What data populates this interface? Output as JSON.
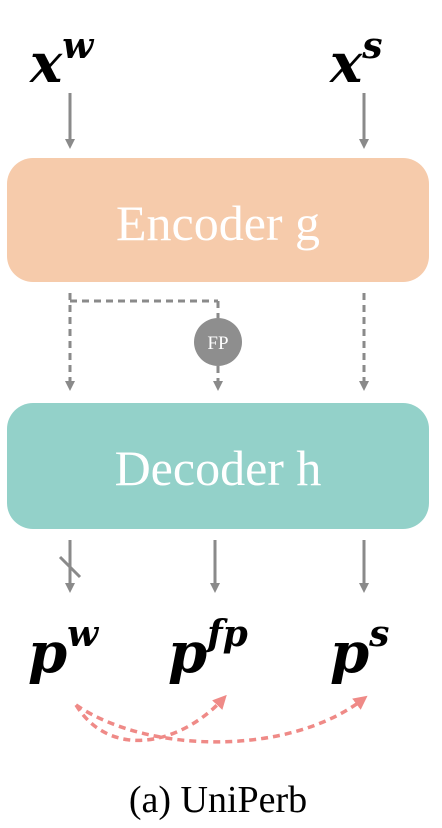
{
  "inputs": {
    "weak": {
      "base": "x",
      "sup": "w"
    },
    "strong": {
      "base": "x",
      "sup": "s"
    }
  },
  "encoder": {
    "label": "Encoder g",
    "color": "#f6cbab"
  },
  "decoder": {
    "label": "Decoder h",
    "color": "#93d1c9"
  },
  "fp_node": {
    "label": "FP",
    "color": "#8e8e8e"
  },
  "outputs": {
    "weak": {
      "base": "p",
      "sup": "w"
    },
    "fp": {
      "base": "p",
      "sup": "fp"
    },
    "strong": {
      "base": "p",
      "sup": "s"
    }
  },
  "caption": "(a) UniPerb",
  "colors": {
    "arrow": "#8a8a8a",
    "dashed": "#8a8a8a",
    "supervision": "#ef8a87"
  }
}
